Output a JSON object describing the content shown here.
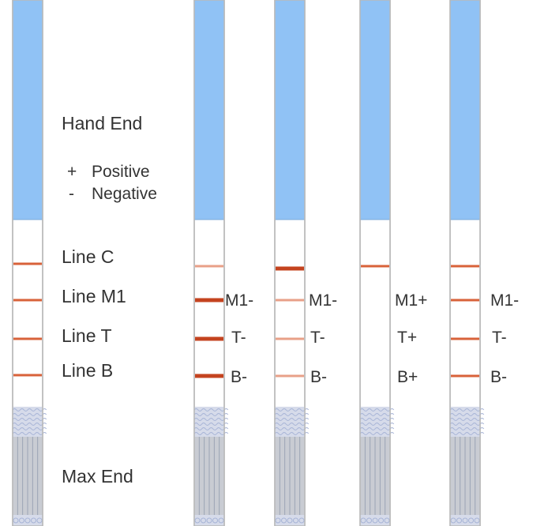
{
  "labels": {
    "hand_end": "Hand End",
    "legend_positive_symbol": "+",
    "legend_positive": "Positive",
    "legend_negative_symbol": "-",
    "legend_negative": "Negative",
    "line_c": "Line C",
    "line_m1": "Line M1",
    "line_t": "Line T",
    "line_b": "Line B",
    "max_end": "Max End"
  },
  "colors": {
    "handle": "#90c2f5",
    "handle_border": "#7aa9d8",
    "strip_border": "#b9b9b9",
    "pad": "#c9ccd3",
    "pad_lines": "#9aa3b5",
    "pad_mesh": "#a7b4d6",
    "line_strong": "#c4431f",
    "line_medium": "#d8623a",
    "line_light": "#e8a088"
  },
  "strips": [
    {
      "id": "reference",
      "lines": {
        "c": "medium",
        "m1": "medium",
        "t": "medium",
        "b": "medium"
      },
      "results": {
        "m1": "",
        "t": "",
        "b": ""
      }
    },
    {
      "id": "strip-1",
      "lines": {
        "c": "light",
        "m1": "strong",
        "t": "strong",
        "b": "strong"
      },
      "results": {
        "m1": "M1-",
        "t": "T-",
        "b": "B-"
      }
    },
    {
      "id": "strip-2",
      "lines": {
        "c": "strong",
        "m1": "light",
        "t": "light",
        "b": "light"
      },
      "results": {
        "m1": "M1-",
        "t": "T-",
        "b": "B-"
      }
    },
    {
      "id": "strip-3",
      "lines": {
        "c": "medium",
        "m1": "none",
        "t": "none",
        "b": "none"
      },
      "results": {
        "m1": "M1+",
        "t": "T+",
        "b": "B+"
      }
    },
    {
      "id": "strip-4",
      "lines": {
        "c": "medium",
        "m1": "medium",
        "t": "medium",
        "b": "medium"
      },
      "results": {
        "m1": "M1-",
        "t": "T-",
        "b": "B-"
      }
    }
  ]
}
